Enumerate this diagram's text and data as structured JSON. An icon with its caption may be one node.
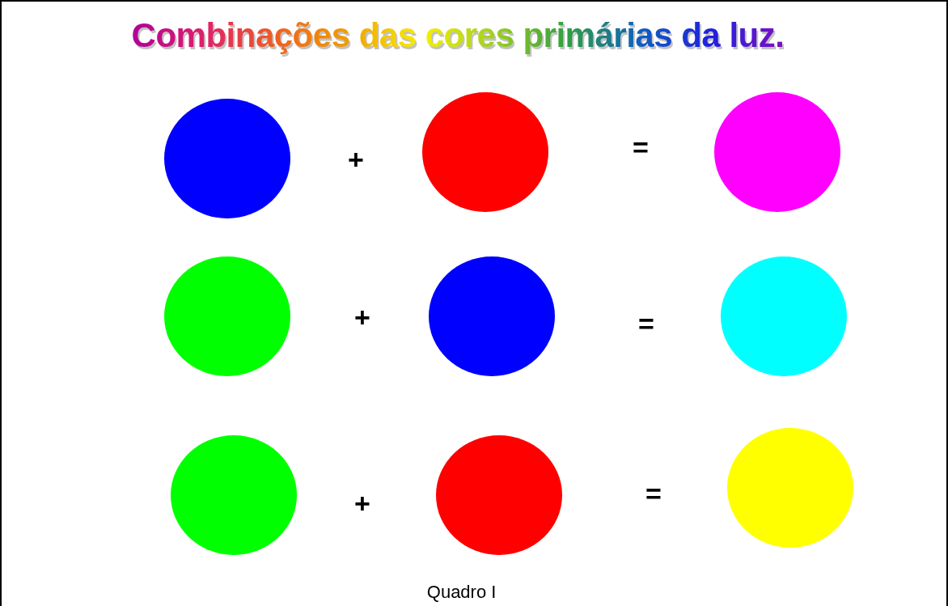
{
  "diagram": {
    "title": "Combinações das cores primárias da luz.",
    "nodes": [
      {
        "text": [],
        "shape": "circle"
      },
      {
        "text": [],
        "shape": "circle"
      },
      {
        "text": [],
        "shape": "circle"
      },
      {
        "text": [],
        "shape": "circle"
      },
      {
        "text": [],
        "shape": "circle"
      },
      {
        "text": [],
        "shape": "circle"
      },
      {
        "text": [],
        "shape": "circle"
      },
      {
        "text": [],
        "shape": "circle"
      },
      {
        "text": [],
        "shape": "circle"
      }
    ],
    "labels": [
      "+",
      "=",
      "+",
      "=",
      "+",
      "="
    ],
    "caption": "Quadro I"
  }
}
